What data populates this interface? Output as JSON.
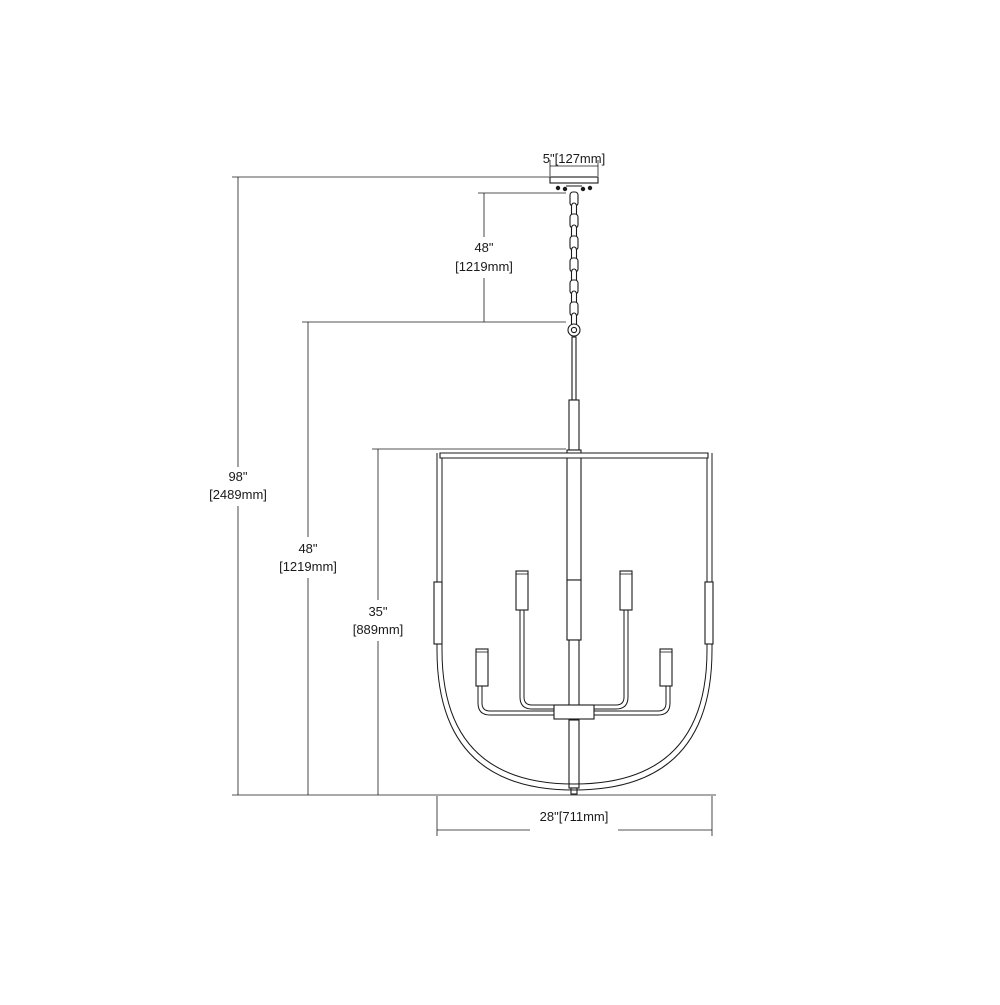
{
  "dimensions": {
    "canopy_width": "5\"[127mm]",
    "chain_length": {
      "imperial": "48\"",
      "metric": "[1219mm]"
    },
    "overall_height": {
      "imperial": "98\"",
      "metric": "[2489mm]"
    },
    "min_height": {
      "imperial": "48\"",
      "metric": "[1219mm]"
    },
    "fixture_height": {
      "imperial": "35\"",
      "metric": "[889mm]"
    },
    "fixture_width": "28\"[711mm]"
  },
  "colors": {
    "line": "#1a1a1a",
    "background": "#ffffff"
  }
}
